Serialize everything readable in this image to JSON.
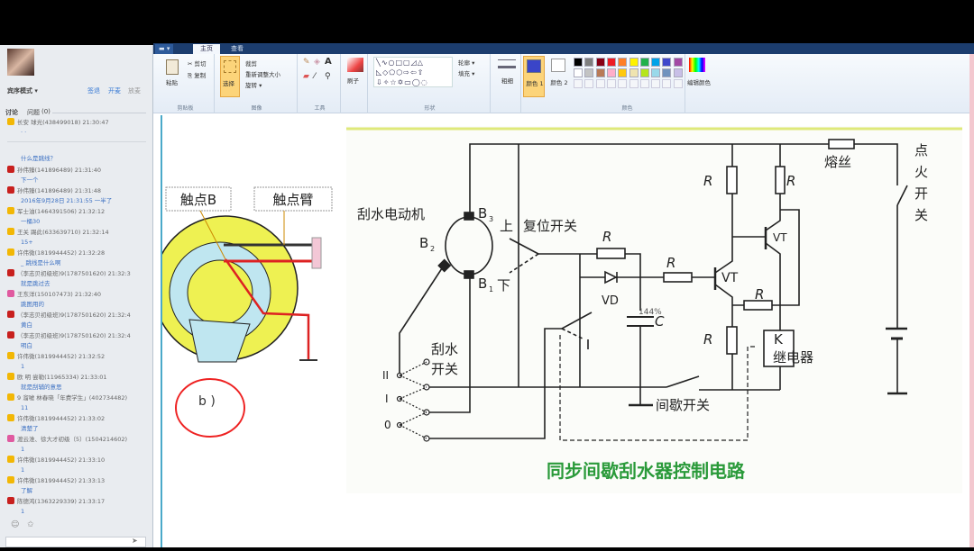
{
  "chat": {
    "mode_label": "宾序模式 ▾",
    "actions": [
      "签退",
      "开麦",
      "放麦"
    ],
    "tab_discuss": "讨论",
    "tab_question": "问题",
    "question_count": "(0)",
    "messages": [
      {
        "user": "长安 球光(438499018) 21:30:47",
        "text": "· ·",
        "badge": "yellow"
      },
      {
        "user": "",
        "text": "什么是跳线？",
        "badge": ""
      },
      {
        "user": "孙伟臻(141896489) 21:31:40",
        "text": "下一个",
        "badge": "red"
      },
      {
        "user": "孙伟臻(141896489) 21:31:48",
        "text": "2016年9月28日 21:31:55 一半了",
        "badge": "red"
      },
      {
        "user": "军士油(1464391506) 21:32:12",
        "text": "一桶30",
        "badge": "yellow"
      },
      {
        "user": "王关 踢此(633639710) 21:32:14",
        "text": "15+",
        "badge": "yellow"
      },
      {
        "user": "许伟微(1819944452) 21:32:28",
        "text": "_ 跳线是什么啊",
        "badge": "yellow"
      },
      {
        "user": "（李志贝初级班)9(1787501620) 21:32:3",
        "text": "就是跳过去",
        "badge": "red"
      },
      {
        "user": "王东洋(150107473) 21:32:40",
        "text": "跳图用的",
        "badge": "pink"
      },
      {
        "user": "（李志贝初级班)9(1787501620) 21:32:4",
        "text": "黄白",
        "badge": "red"
      },
      {
        "user": "（李志贝初级班)9(1787501620) 21:32:4",
        "text": "明白",
        "badge": "red"
      },
      {
        "user": "许伟微(1819944452) 21:32:52",
        "text": "1",
        "badge": "yellow"
      },
      {
        "user": "欧 明 尝勒(11965334) 21:33:01",
        "text": "就是刮辅的意思",
        "badge": "yellow"
      },
      {
        "user": "9 溜嘘 林春晓「年费学生」(402734482)",
        "text": "11",
        "badge": "yellow"
      },
      {
        "user": "许伟微(1819944452) 21:33:02",
        "text": "清楚了",
        "badge": "yellow"
      },
      {
        "user": "渡云淮、徐大才初级（5）(1504214602)",
        "text": "1",
        "badge": "pink"
      },
      {
        "user": "许伟微(1819944452) 21:33:10",
        "text": "1",
        "badge": "yellow"
      },
      {
        "user": "许伟微(1819944452) 21:33:13",
        "text": "了解",
        "badge": "yellow"
      },
      {
        "user": "陈德鸿(1363229339) 21:33:17",
        "text": "1",
        "badge": "red"
      }
    ]
  },
  "paint": {
    "tabs": [
      "主页",
      "查看"
    ],
    "clipboard": {
      "paste": "粘贴",
      "cut": "剪切",
      "copy": "复制",
      "label": "剪贴板"
    },
    "image": {
      "select": "选择",
      "crop": "裁剪",
      "resize": "重新调整大小",
      "rotate": "旋转 ▾",
      "label": "图像"
    },
    "tools": {
      "label": "工具"
    },
    "brush": {
      "label": "刷子"
    },
    "shapes": {
      "outline": "轮廓 ▾",
      "fill": "填充 ▾",
      "label": "形状"
    },
    "size": {
      "label": "粗细"
    },
    "color1": "颜色 1",
    "color2": "颜色 2",
    "edit_colors": "编辑颜色",
    "colors_label": "颜色",
    "color1_value": "#3a45c8",
    "color2_value": "#ffffff",
    "palette": [
      "#000000",
      "#7f7f7f",
      "#880015",
      "#ed1c24",
      "#ff7f27",
      "#fff200",
      "#22b14c",
      "#00a2e8",
      "#3f48cc",
      "#a349a4",
      "#ffffff",
      "#c3c3c3",
      "#b97a57",
      "#ffaec9",
      "#ffc90e",
      "#efe4b0",
      "#b5e61d",
      "#99d9ea",
      "#7092be",
      "#c8bfe7"
    ]
  },
  "figure_b": {
    "contact_b": "触点B",
    "contact_arm": "触点臂",
    "label": "b )"
  },
  "circuit": {
    "title": "同步间歇刮水器控制电路",
    "motor": "刮水电动机",
    "b1": "B",
    "b2": "B",
    "b3": "B",
    "sub1": "1",
    "sub2": "2",
    "sub3": "3",
    "up": "上",
    "down": "下",
    "reset_switch": "复位开关",
    "r1": "R",
    "r2": "R",
    "r3": "R",
    "r4": "R",
    "r5": "R",
    "r6": "R",
    "vd": "VD",
    "c": "C",
    "pct": "144%",
    "vt1": "VT",
    "vt2": "VT",
    "k": "K",
    "relay": "继电器",
    "fuse": "熔丝",
    "ignition": [
      "点",
      "火",
      "开",
      "关"
    ],
    "wiper_switch": [
      "刮水",
      "开关"
    ],
    "intermittent": "间歇开关",
    "positions": [
      "II",
      "I",
      "0"
    ]
  }
}
